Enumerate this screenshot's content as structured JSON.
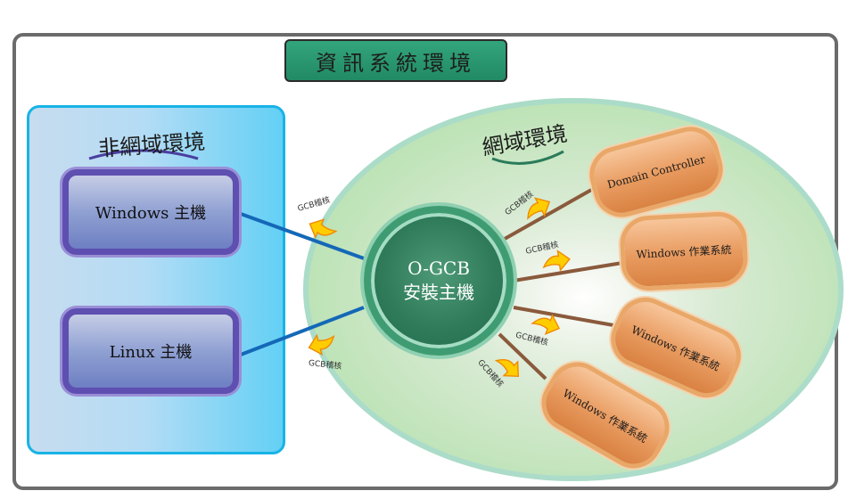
{
  "title": "資訊系統環境",
  "non_domain": {
    "label": "非網域環境",
    "hosts": [
      "Windows 主機",
      "Linux 主機"
    ]
  },
  "domain": {
    "label": "網域環境",
    "nodes": [
      "Domain Controller",
      "Windows 作業系統",
      "Windows 作業系統",
      "Windows 作業系統"
    ]
  },
  "center": {
    "line1": "O-GCB",
    "line2": "安裝主機"
  },
  "gcb_label": "GCB稽核",
  "colors": {
    "panel_border": "#18b3e6",
    "host_border": "#5e4fb0",
    "center_fill": "#2f7b5a",
    "node_fill": "#e89a5e",
    "arrow": "#ffcc00"
  }
}
